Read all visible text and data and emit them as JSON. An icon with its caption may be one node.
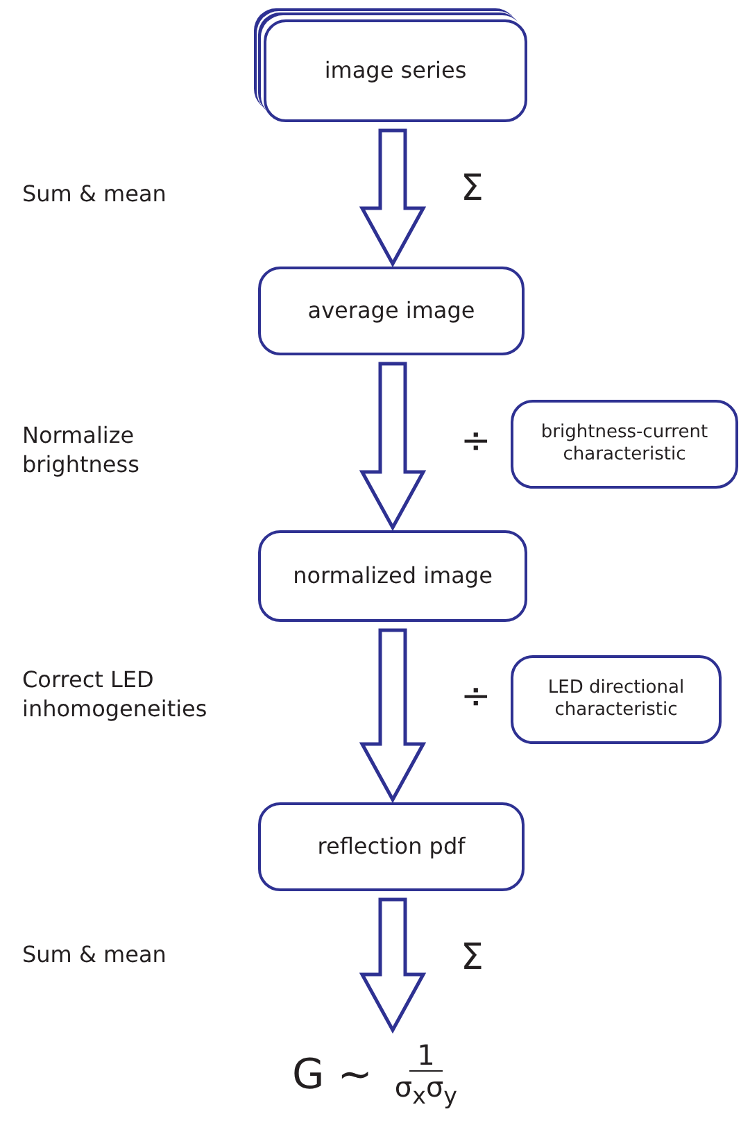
{
  "diagram": {
    "nodes": [
      {
        "text": [
          "image series"
        ]
      },
      {
        "text": [
          "average image"
        ]
      },
      {
        "text": [
          "normalized image"
        ]
      },
      {
        "text": [
          "reflection pdf"
        ]
      },
      {
        "text": [
          "G ~",
          "1",
          "σ$_{x}$σ$_{y}$"
        ]
      },
      {
        "text": [
          "brightness-current characteristic"
        ]
      },
      {
        "text": [
          "LED directional characteristic"
        ]
      }
    ],
    "edges": [
      {
        "from": 0,
        "to": 1,
        "arrow": "to",
        "label": "Σ"
      },
      {
        "from": 1,
        "to": 2,
        "arrow": "to",
        "label": "÷"
      },
      {
        "from": 2,
        "to": 3,
        "arrow": "to",
        "label": "÷"
      },
      {
        "from": 3,
        "to": 4,
        "arrow": "to",
        "label": "Σ"
      }
    ],
    "labels": [
      "Sum & mean",
      "Normalize brightness",
      "Correct LED inhomogeneities",
      "Sum & mean"
    ]
  }
}
